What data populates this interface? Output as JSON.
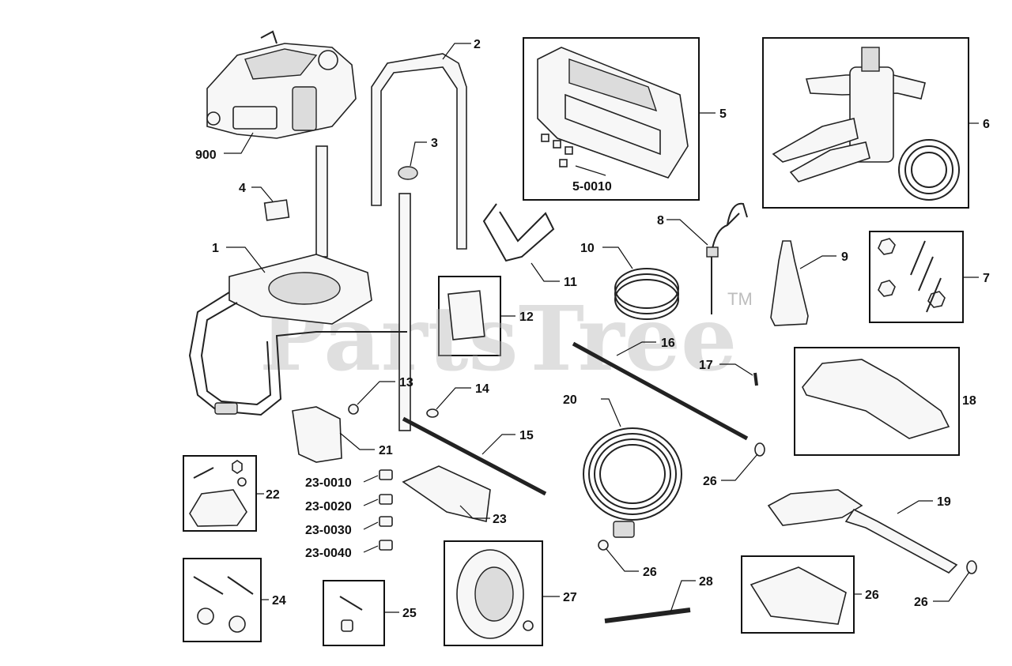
{
  "watermark": {
    "brand": "PartsTree",
    "trademark": "TM"
  },
  "callouts": {
    "c900": "900",
    "c1": "1",
    "c2": "2",
    "c3": "3",
    "c4": "4",
    "c5": "5",
    "c5_0010": "5-0010",
    "c6": "6",
    "c7": "7",
    "c8": "8",
    "c9": "9",
    "c10": "10",
    "c11": "11",
    "c12": "12",
    "c13": "13",
    "c14": "14",
    "c15": "15",
    "c16": "16",
    "c17": "17",
    "c18": "18",
    "c19": "19",
    "c20": "20",
    "c21": "21",
    "c22": "22",
    "c23": "23",
    "c23_0010": "23-0010",
    "c23_0020": "23-0020",
    "c23_0030": "23-0030",
    "c23_0040": "23-0040",
    "c24": "24",
    "c25": "25",
    "c26a": "26",
    "c26b": "26",
    "c26c": "26",
    "c26d": "26",
    "c27": "27",
    "c28": "28"
  }
}
